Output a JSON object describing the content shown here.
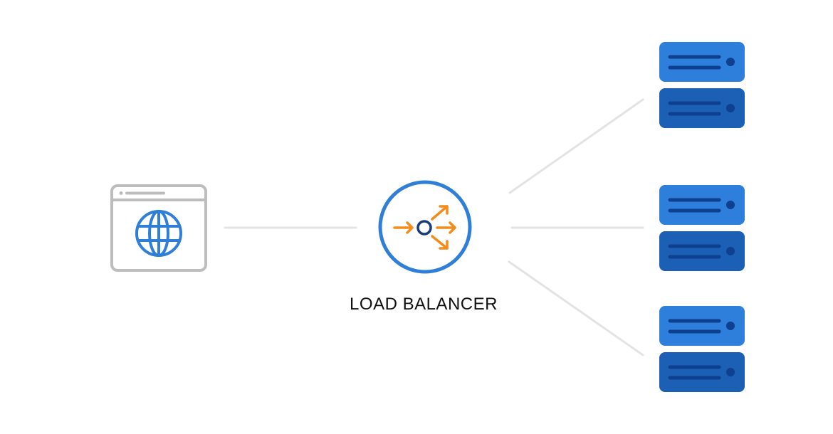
{
  "diagram": {
    "load_balancer_label": "LOAD BALANCER",
    "nodes": [
      {
        "id": "client",
        "type": "browser-window",
        "icon": "globe-icon"
      },
      {
        "id": "load-balancer",
        "type": "load-balancer",
        "icon": "load-balancer-arrows-icon"
      },
      {
        "id": "server-1",
        "type": "server-stack"
      },
      {
        "id": "server-2",
        "type": "server-stack"
      },
      {
        "id": "server-3",
        "type": "server-stack"
      }
    ],
    "edges": [
      {
        "from": "client",
        "to": "load-balancer"
      },
      {
        "from": "load-balancer",
        "to": "server-1"
      },
      {
        "from": "load-balancer",
        "to": "server-2"
      },
      {
        "from": "load-balancer",
        "to": "server-3"
      }
    ]
  },
  "colors": {
    "connector": "#e3e3e3",
    "browser_frame": "#bdbdbd",
    "globe": "#2f7fd8",
    "lb_ring": "#2f7fd8",
    "lb_arrows": "#f28c1c",
    "lb_center": "#1b3a7a",
    "server_top": "#2e7fdc",
    "server_bottom": "#1b60b4",
    "server_detail": "#0f3f8f"
  }
}
